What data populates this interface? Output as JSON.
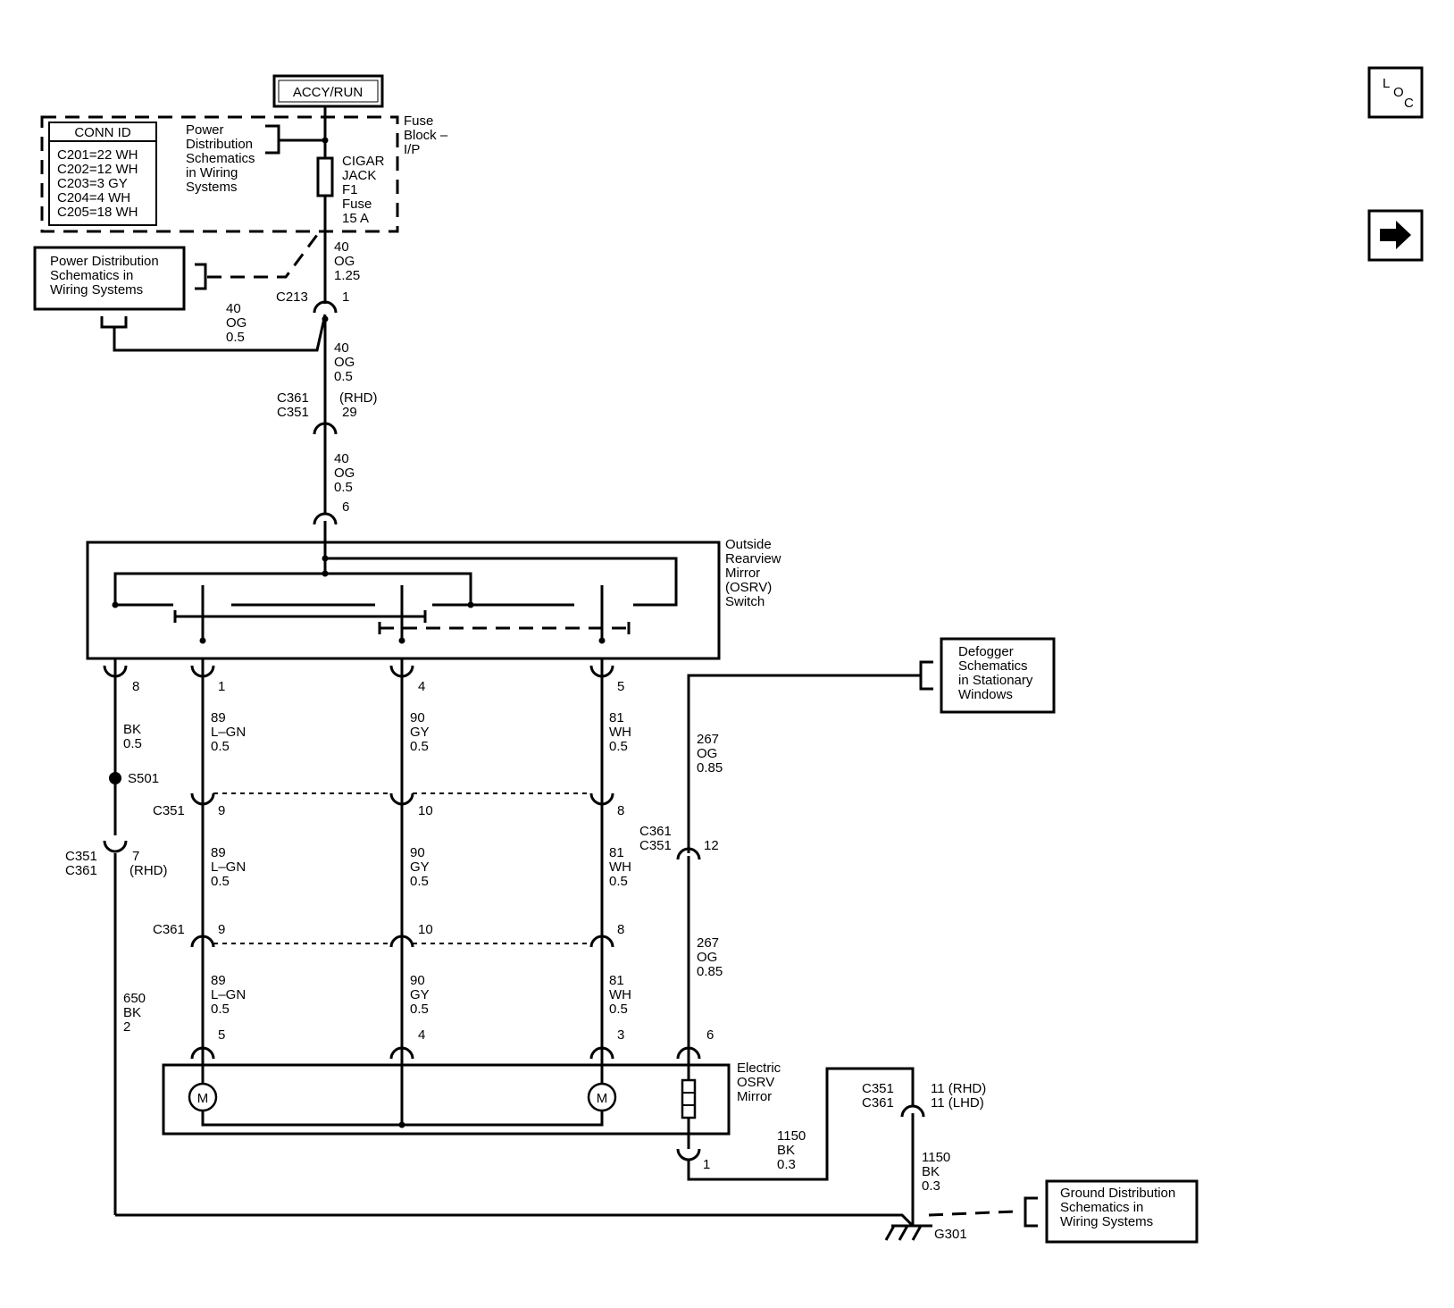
{
  "power_source": "ACCY/RUN",
  "fuse_block": {
    "line1": "Fuse",
    "line2": "Block –",
    "line3": "I/P"
  },
  "conn_id": {
    "title": "CONN ID",
    "rows": [
      "C201=22 WH",
      "C202=12 WH",
      "C203=3 GY",
      "C204=4 WH",
      "C205=18 WH"
    ]
  },
  "power_dist_ref_top": [
    "Power",
    "Distribution",
    "Schematics",
    "in Wiring",
    "Systems"
  ],
  "power_dist_ref_left": [
    "Power Distribution",
    "Schematics in",
    "Wiring Systems"
  ],
  "fuse": [
    "CIGAR",
    "JACK",
    "F1",
    "Fuse",
    "15 A"
  ],
  "osrv_switch": [
    "Outside",
    "Rearview",
    "Mirror",
    "(OSRV)",
    "Switch"
  ],
  "defogger_ref": [
    "Defogger",
    "Schematics",
    "in Stationary",
    "Windows"
  ],
  "electric_mirror": [
    "Electric",
    "OSRV",
    "Mirror"
  ],
  "ground_ref": [
    "Ground Distribution",
    "Schematics in",
    "Wiring Systems"
  ],
  "ground_id": "G301",
  "splice_id": "S501",
  "motor_symbol": "M",
  "loc_icon": {
    "l": "L",
    "o": "O",
    "c": "C"
  },
  "wire_labels": {
    "w40_125": [
      "40",
      "OG",
      "1.25"
    ],
    "w40_05_left": [
      "40",
      "OG",
      "0.5"
    ],
    "w40_05_a": [
      "40",
      "OG",
      "0.5"
    ],
    "w40_05_b": [
      "40",
      "OG",
      "0.5"
    ],
    "bk": [
      "BK",
      "0.5"
    ],
    "lgn_a": [
      "89",
      "L–GN",
      "0.5"
    ],
    "gy_a": [
      "90",
      "GY",
      "0.5"
    ],
    "wh_a": [
      "81",
      "WH",
      "0.5"
    ],
    "lgn_b": [
      "89",
      "L–GN",
      "0.5"
    ],
    "gy_b": [
      "90",
      "GY",
      "0.5"
    ],
    "wh_b": [
      "81",
      "WH",
      "0.5"
    ],
    "lgn_c": [
      "89",
      "L–GN",
      "0.5"
    ],
    "gy_c": [
      "90",
      "GY",
      "0.5"
    ],
    "wh_c": [
      "81",
      "WH",
      "0.5"
    ],
    "og267_a": [
      "267",
      "OG",
      "0.85"
    ],
    "og267_b": [
      "267",
      "OG",
      "0.85"
    ],
    "bk650": [
      "650",
      "BK",
      "2"
    ],
    "bk1150_a": [
      "1150",
      "BK",
      "0.3"
    ],
    "bk1150_b": [
      "1150",
      "BK",
      "0.3"
    ]
  },
  "connectors": {
    "c213": {
      "id": "C213",
      "pin": "1"
    },
    "c361_351_top": {
      "id1": "C361",
      "id2": "C351",
      "pin1": "(RHD)",
      "pin2": "29"
    },
    "sw_in": {
      "pin": "6"
    },
    "sw_8": "8",
    "sw_1": "1",
    "sw_4": "4",
    "sw_5": "5",
    "c351_row": {
      "id": "C351",
      "p1": "9",
      "p2": "10",
      "p3": "8"
    },
    "c361_row": {
      "id": "C361",
      "p1": "9",
      "p2": "10",
      "p3": "8"
    },
    "c351_361_bk": {
      "id1": "C351",
      "id2": "C361",
      "pin1": "7",
      "pin2": "(RHD)"
    },
    "c361_351_og": {
      "id1": "C361",
      "id2": "C351",
      "pin": "12"
    },
    "mir_5": "5",
    "mir_4": "4",
    "mir_3": "3",
    "mir_6": "6",
    "mir_1": "1",
    "c351_361_gnd": {
      "id1": "C351",
      "id2": "C361",
      "pin1": "11 (RHD)",
      "pin2": "11 (LHD)"
    }
  }
}
